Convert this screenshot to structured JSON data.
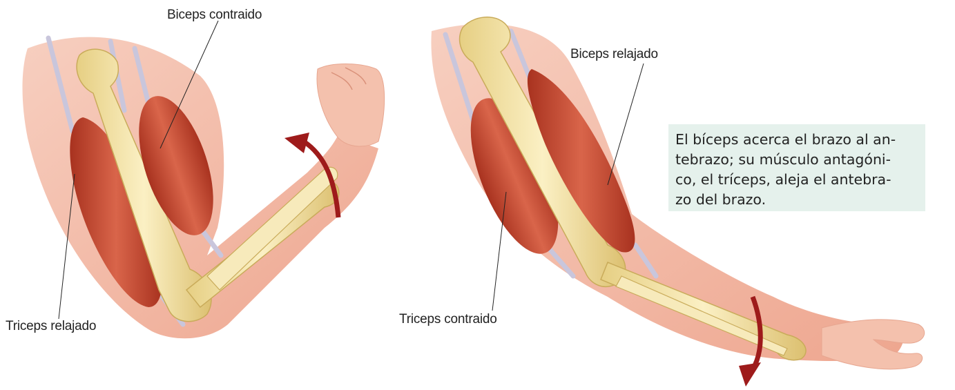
{
  "labels": {
    "biceps_contraido": "Biceps contraido",
    "triceps_relajado": "Triceps relajado",
    "biceps_relajado": "Biceps relajado",
    "triceps_contraido": "Triceps contraido"
  },
  "callout": {
    "lines": [
      "El bíceps acerca el brazo al an-",
      "tebrazo; su músculo antagóni-",
      "co, el tríceps, aleja el antebra-",
      "zo del brazo."
    ],
    "background": "#e5f1ec"
  },
  "colors": {
    "skin": "#f2b9a3",
    "muscle": "#c8503a",
    "bone": "#f3e3a6",
    "tendon": "#c9c6dc",
    "arrow": "#9e1b1b"
  }
}
